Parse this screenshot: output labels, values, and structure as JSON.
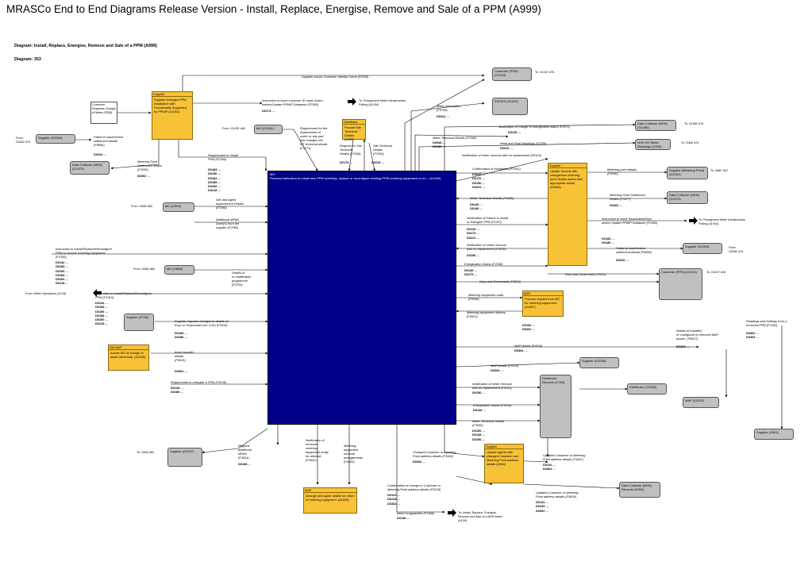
{
  "title": "MRASCo End to End Diagrams Release Version - Install, Replace, Energise,  Remove and Sale of a PPM (A999)",
  "diagram_label": "Diagram: Install, Replace, Energise,  Remove and Sale of a PPM (A999)",
  "diagram_number": "Diagram: 353",
  "mo": {
    "header": "MO",
    "body": "Process instruction to install new PPM metering, replace or reconfigure existing PPM metering equipment or en... (A1000)"
  },
  "yellow_boxes": [
    {
      "id": "supplier1",
      "header": "Supplier",
      "body": "Supplier Arranges PPM Installation with Functionality Supported by PPMIP (A1052)"
    },
    {
      "id": "distributor1",
      "header": "Distributor",
      "body": "Provide Site Technical Details (A150)"
    },
    {
      "id": "supplier2",
      "header": "Supplier",
      "body": "Update records with change/new metering point details and/or take appropriate action (A1854)"
    },
    {
      "id": "map1",
      "header": "MAP",
      "body": "Process request from MO for metering equipment... (A1057)"
    },
    {
      "id": "oldmap",
      "header": "Old MAP",
      "body": "Advise MO of change of asset ownership. (A1936)"
    },
    {
      "id": "supplier3",
      "header": "Supplier",
      "body": "Update Agents with changed Customer and Metering Point address details (A964)"
    },
    {
      "id": "map2",
      "header": "MAP",
      "body": "Arrange and agree details for return of metering equipment.  (A1938)"
    }
  ],
  "grey_boxes": [
    {
      "id": "g_customer_top",
      "text": "Customer (PPM) (G1109)"
    },
    {
      "id": "g_edges",
      "text": "EDGES (G2042)"
    },
    {
      "id": "g_dc_nhh",
      "text": "Data Collector (NHH) (G1086)"
    },
    {
      "id": "g_nhh_dc",
      "text": "NHH DC Meter Readings (G453)"
    },
    {
      "id": "g_supplier_left",
      "text": "Supplier (G2054)"
    },
    {
      "id": "g_dc_left",
      "text": "Data Collector (NHH) (G1973)"
    },
    {
      "id": "g_mo1",
      "text": "MO (G1001)"
    },
    {
      "id": "g_supplier_metering",
      "text": "Supplier (Metering Point) (G1204)"
    },
    {
      "id": "g_dc_right",
      "text": "Data Collector (NHH) (G1973)"
    },
    {
      "id": "g_mo_g399",
      "text": "MO (G399)"
    },
    {
      "id": "g_supplier_g2053",
      "text": "Supplier (G2053)"
    },
    {
      "id": "g_customer_g1110",
      "text": "Customer (PPM) (G1110)"
    },
    {
      "id": "g_mo_g666",
      "text": "MO (G666)"
    },
    {
      "id": "g_supplier_g780",
      "text": "Supplier (G780)"
    },
    {
      "id": "g_supplier_g2035",
      "text": "Supplier (G2035)"
    },
    {
      "id": "g_distributor_records",
      "text": "Distributor Records (G784)"
    },
    {
      "id": "g_distributor_g2036",
      "text": "Distributor (G2036)"
    },
    {
      "id": "g_map_g2037",
      "text": "MAP (G2037)"
    },
    {
      "id": "g_supplier_g802",
      "text": "Supplier (G802)"
    },
    {
      "id": "g_supplier_g2007",
      "text": "Supplier (G2007)"
    },
    {
      "id": "g_dc_nhh_records",
      "text": "Data Collector (NHH) Records (G900)"
    }
  ],
  "labels": {
    "customer_requests": "Customer\nRequests\nChange of\nMeter (F559)",
    "supplier_issues_card": "Supplier Issues Customer Identity Cards (F2030)",
    "instruction_cards": "Instruction to issue customer ID cards /token\nmeters/Update PPMIP Database (F2365)",
    "prepayment_polling": "To: Prepayment Meter Infrastructure\nPolling (A1934)",
    "meter_information": "Meter Information\n(F8759)",
    "notification_energisation": "Notification of change to energisation status (F2971)",
    "meter_tech_top": "Meter Technical Details (F2346)",
    "initial_final": "Initial and Final Readings (F2336)",
    "notif_removal_top": "Notification of meter removal with no replacement (F5102)",
    "request_site_tech": "Request for Site\nTechnical\nDetails (F2394)",
    "site_tech_details": "Site Technical\nDetails\n(F2393)",
    "requirement_replacement": "Requirement for the\nreplacement of\nmeter or any part\nthat changes the\nMT technical details\n(F3771)",
    "requirement_install": "Requirement to Install\nPPM (F2384)",
    "failed_settlement_left": "Failed to load/receive\nsettlement details\n(F8895)",
    "metering_point_settlement": "Metering Point\nSettlement details\n(F3536)",
    "confirmation_install": "Confirmation of Installation (F3341)",
    "metering_point_details": "Metering point details\n(F6290)",
    "site_agent": "Site and Agent\nAppointment Details\n(F2395)",
    "meter_tech_right": "Meter Technical Details (F4005)",
    "mp_settlement_right": "Metering Point Settlement\nDetails (F3377)",
    "additional_mpan": "Additional MPAN\nDone(s) from the\nsupplier (F2382)",
    "notif_failure": "Notification of Failure to Install\nor Energise PPM (F2297)",
    "instruction_smartcards": "Instruction to issue Smartcards/Keys\nand/or Update PPMIP Database (F2355)",
    "prepayment_polling2": "To: Prepayment Meter Infrastructure\nPolling (A1934)",
    "failed_settlement_right": "Failed to load/receive\nsettlement details (F8895)",
    "notif_removal_mid": "Notification of meter removal\nwith no replacement (F5100)",
    "instruction_left": "Instruction to Install/Replace/Reconfigure\nPPM or remove metering equipment\n(F2345)",
    "details_recertification": "Details of\nre-certification\nprogramme\n(F3784)",
    "energisation_status": "Energisation Status (F2346)",
    "keys_smartcards": "Keys and Smartcards (F3001)",
    "keys_smartcards2": "Keys and Smartcards (F3529)",
    "instruction_left2": "Instruction to Install/Replace/Reconfigure\nPPM (F1910)",
    "metering_equip_order": "Metering equipment order\n(F6536)",
    "metering_equip_delivery": "Metering equipment delivery\n(F6531)",
    "supplier_requests": "Supplier requests changes to details on\nKeys or Smartcards (Inc CoS) (F3034)",
    "readings_settings": "Readings and Settings from a\nremoved PPM (F2342)",
    "details_installed": "Details of installed,\nre-configured or removed MAP\nassets. (F6627)",
    "map_details": "MAP details (F6520)",
    "asset_transfer": "Asset transfer\ndetails\n(F6529)",
    "map_details2": "MAP details (F6525)",
    "requirement_energise": "Requirement to energise a PPM (F3225)",
    "notif_removal_low": "Notification of meter removal\nwith no replacement (F5101)",
    "energisation_low": "Energisation Status (F5100)",
    "meter_tech_low": "Meter Technical Details\n(F4005)",
    "request_mpan": "Request\nadditional\nMPAN\n(F4504)",
    "notif_removed": "Notification of\nremoved\nmetering\nequipment ready\nfor retrieval\n(F6502)",
    "metering_equip_removal": "Metering\nequipment\nremoval\narrangements\n(F6503)",
    "changed_customer": "Changed Customer or Metering\nPoint address details (F3496)",
    "updated_customer": "Updated Customer or Metering\nPoint address details (F3497)",
    "confirmation_change": "Confirmation of change to Customer or\nMetering Point address details (F5128)",
    "updated_customer2": "Updated Customer or Metering\nPoint address details (F3609)",
    "meter_irregularities": "Meter Irregularities (F1946)",
    "to_install": "To: Install, Replace, Energise,\nRemove and Sale of a NHH Meter\n(A109)"
  },
  "codes": {
    "c1": "D0174 ...",
    "c2": "D0170 ...",
    "c3": "D0215 ...",
    "c4": "D0310 ...",
    "c5": "D0302 ...",
    "c6": "D0183 ...\nD0190 ...\nD0184 ...\nD0185 ...\nD0200 ...\nD0218 ...",
    "c7": "D0139 ...",
    "c8": "D0048 ...\nD0150 ...",
    "c9": "D0010 ...",
    "c10": "D0010 ...\nD0170 ...\nD0150 ...\nD0201 ...",
    "c11": "D0312 ...",
    "c12": "D0149 ...\nD0150 ...",
    "c13": "D0302 ...",
    "c14": "D0133 ...\nD0179 ...\nD0221 ...",
    "c15": "D0183 ...\nD0186 ...",
    "c16": "D0310 ...",
    "c17": "D0150 ...",
    "c18": "D0142 ...\nD0183 ...\nD0150 ...\nD0184 ...\nD0200 ...\nD0218 ...",
    "c19": "D0139 ...\nD0179 ...",
    "c20": "D0142 ...\nD0183 ...\nD0150 ...\nD0184 ...\nD0200 ...\nD0215 ...",
    "c21": "D0183 ...\nD0180 ...",
    "c22": "D0304 ...",
    "c23": "D0302 ...\nD0303 ...",
    "c24": "D0304 ...",
    "c25": "D0303 ...",
    "c26": "D0134 ...\nD0180 ...",
    "c27": "D0150 ...",
    "c28": "D0139 ...",
    "c29": "D0150 ...\nD0149 ...\nD0150 ...",
    "c30": "D0302 ...",
    "c31": "D0168 ...",
    "c32": "D0302 ...",
    "c33": "D0131 ...\nD0225 ...\nD0302 ...",
    "c34": "D0131 ...\nD0225 ...\nD0302 ...",
    "c35": "D0136 ...",
    "c36": "D0220 ...\nD0302 ...",
    "c37": "D0192 ...\nD0202 ..."
  },
  "notes": {
    "to_g1167": "To: G1167 d76",
    "to_g1983": "To: G1983 d79",
    "to_g450": "To: G450 d76",
    "from_g2052": "From:\nG2052 d79",
    "from_g1001": "From: G1001 d65",
    "to_g867": "To: G867 d67",
    "from_g669": "From: G669 d63",
    "from_g2052b": "From:\nG2052 d79",
    "to_g1107": "To: G1107 d16",
    "from_g684": "From: G684 d65",
    "from_meter_ops": "From: Meter Operations (A716)",
    "to_g603": "To: G603 d53"
  }
}
